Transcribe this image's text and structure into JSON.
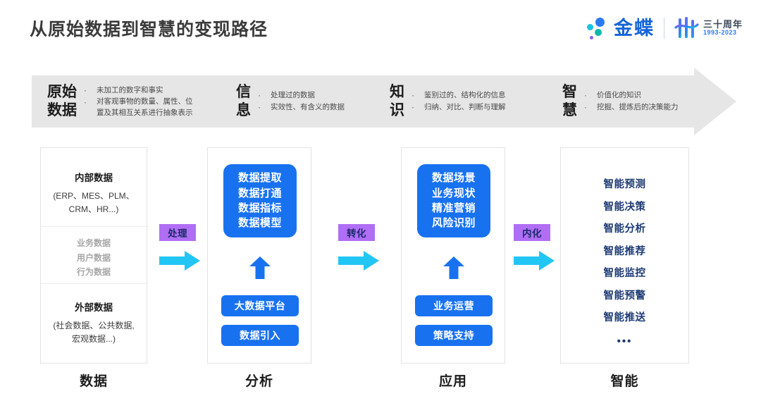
{
  "header": {
    "title": "从原始数据到智慧的变现路径",
    "brand_name": "金蝶",
    "anniversary_top": "三十周年",
    "anniversary_years": "1993-2023"
  },
  "banner": {
    "segments": [
      {
        "title_line1": "原始",
        "title_line2": "数据",
        "bullets": [
          "未加工的数字和事实",
          "对客观事物的数量、属性、位置及其相互关系进行抽象表示"
        ],
        "bullet_a": "未加工的数字和事实",
        "bullet_b_line1": "对客观事物的数量、属性、位",
        "bullet_b_line2": "置及其相互关系进行抽象表示"
      },
      {
        "title_line1": "信",
        "title_line2": "息",
        "bullet_a": "处理过的数据",
        "bullet_b": "实效性、有含义的数据"
      },
      {
        "title_line1": "知",
        "title_line2": "识",
        "bullet_a": "鉴别过的、结构化的信息",
        "bullet_b": "归纳、对比、判断与理解"
      },
      {
        "title_line1": "智",
        "title_line2": "慧",
        "bullet_a": "价值化的知识",
        "bullet_b": "挖掘、提炼后的决策能力"
      }
    ]
  },
  "columns": [
    {
      "footer_label": "数据",
      "internal_head": "内部数据",
      "internal_sub_line1": "(ERP、MES、PLM、",
      "internal_sub_line2": "CRM、HR...)",
      "gray_items": [
        "业务数据",
        "用户数据",
        "行为数据"
      ],
      "external_head": "外部数据",
      "external_sub_line1": "(社会数据、公共数据,",
      "external_sub_line2": "宏观数据...)"
    },
    {
      "footer_label": "分析",
      "box_items": [
        "数据提取",
        "数据打通",
        "数据指标",
        "数据模型"
      ],
      "pill_1": "大数据平台",
      "pill_2": "数据引入"
    },
    {
      "footer_label": "应用",
      "box_items": [
        "数据场景",
        "业务现状",
        "精准营销",
        "风险识别"
      ],
      "pill_1": "业务运营",
      "pill_2": "策略支持"
    },
    {
      "footer_label": "智能",
      "smart_items": [
        "智能预测",
        "智能决策",
        "智能分析",
        "智能推荐",
        "智能监控",
        "智能预警",
        "智能推送"
      ],
      "smart_more": "•••"
    }
  ],
  "connectors": [
    {
      "label": "处理"
    },
    {
      "label": "转化"
    },
    {
      "label": "内化"
    }
  ],
  "colors": {
    "banner_bg": "#e6e6e6",
    "primary_blue": "#1872f0",
    "arrow_cyan": "#22c6f5",
    "connector_purple": "#b06ef5",
    "connector_text": "#1b2a6b",
    "smart_navy": "#1d3a73",
    "gray_text": "#a6a6a6",
    "brand_blue": "#1565d8"
  }
}
